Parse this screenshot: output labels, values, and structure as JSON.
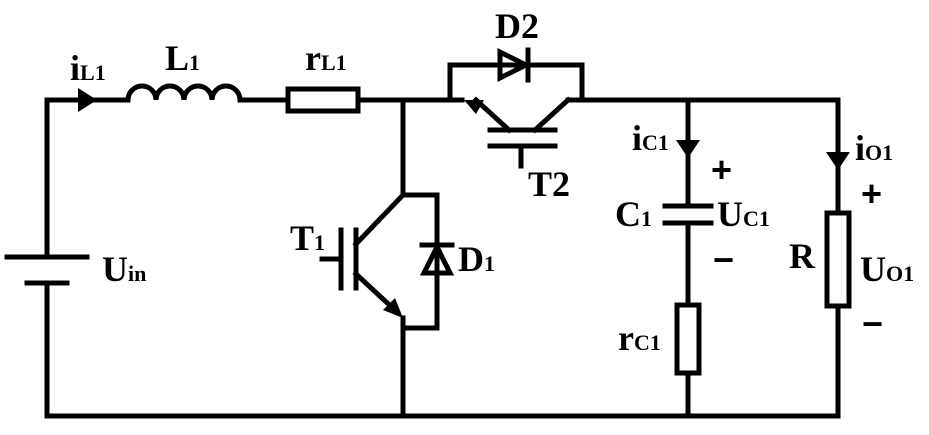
{
  "labels": {
    "iL1": {
      "main": "i",
      "sub": "L1"
    },
    "L1": {
      "main": "L",
      "sub": "1"
    },
    "rL1": {
      "main": "r",
      "sub": "L1"
    },
    "D2": {
      "main": "D2"
    },
    "T2": {
      "main": "T2"
    },
    "iC1": {
      "main": "i",
      "sub": "C1"
    },
    "iO1": {
      "main": "i",
      "sub": "O1"
    },
    "C1": {
      "main": "C",
      "sub": "1"
    },
    "UC1": {
      "main": "U",
      "sub": "C1"
    },
    "T1": {
      "main": "T",
      "sub": "1"
    },
    "D1": {
      "main": "D",
      "sub": "1"
    },
    "Uin": {
      "main": "U",
      "sub": "in"
    },
    "R": {
      "main": "R"
    },
    "UO1": {
      "main": "U",
      "sub": "O1"
    },
    "rC1": {
      "main": "r",
      "sub": "C1"
    }
  },
  "signs": {
    "uc1_plus": "+",
    "uc1_minus": "−",
    "uo1_plus": "+",
    "uo1_minus": "−"
  }
}
